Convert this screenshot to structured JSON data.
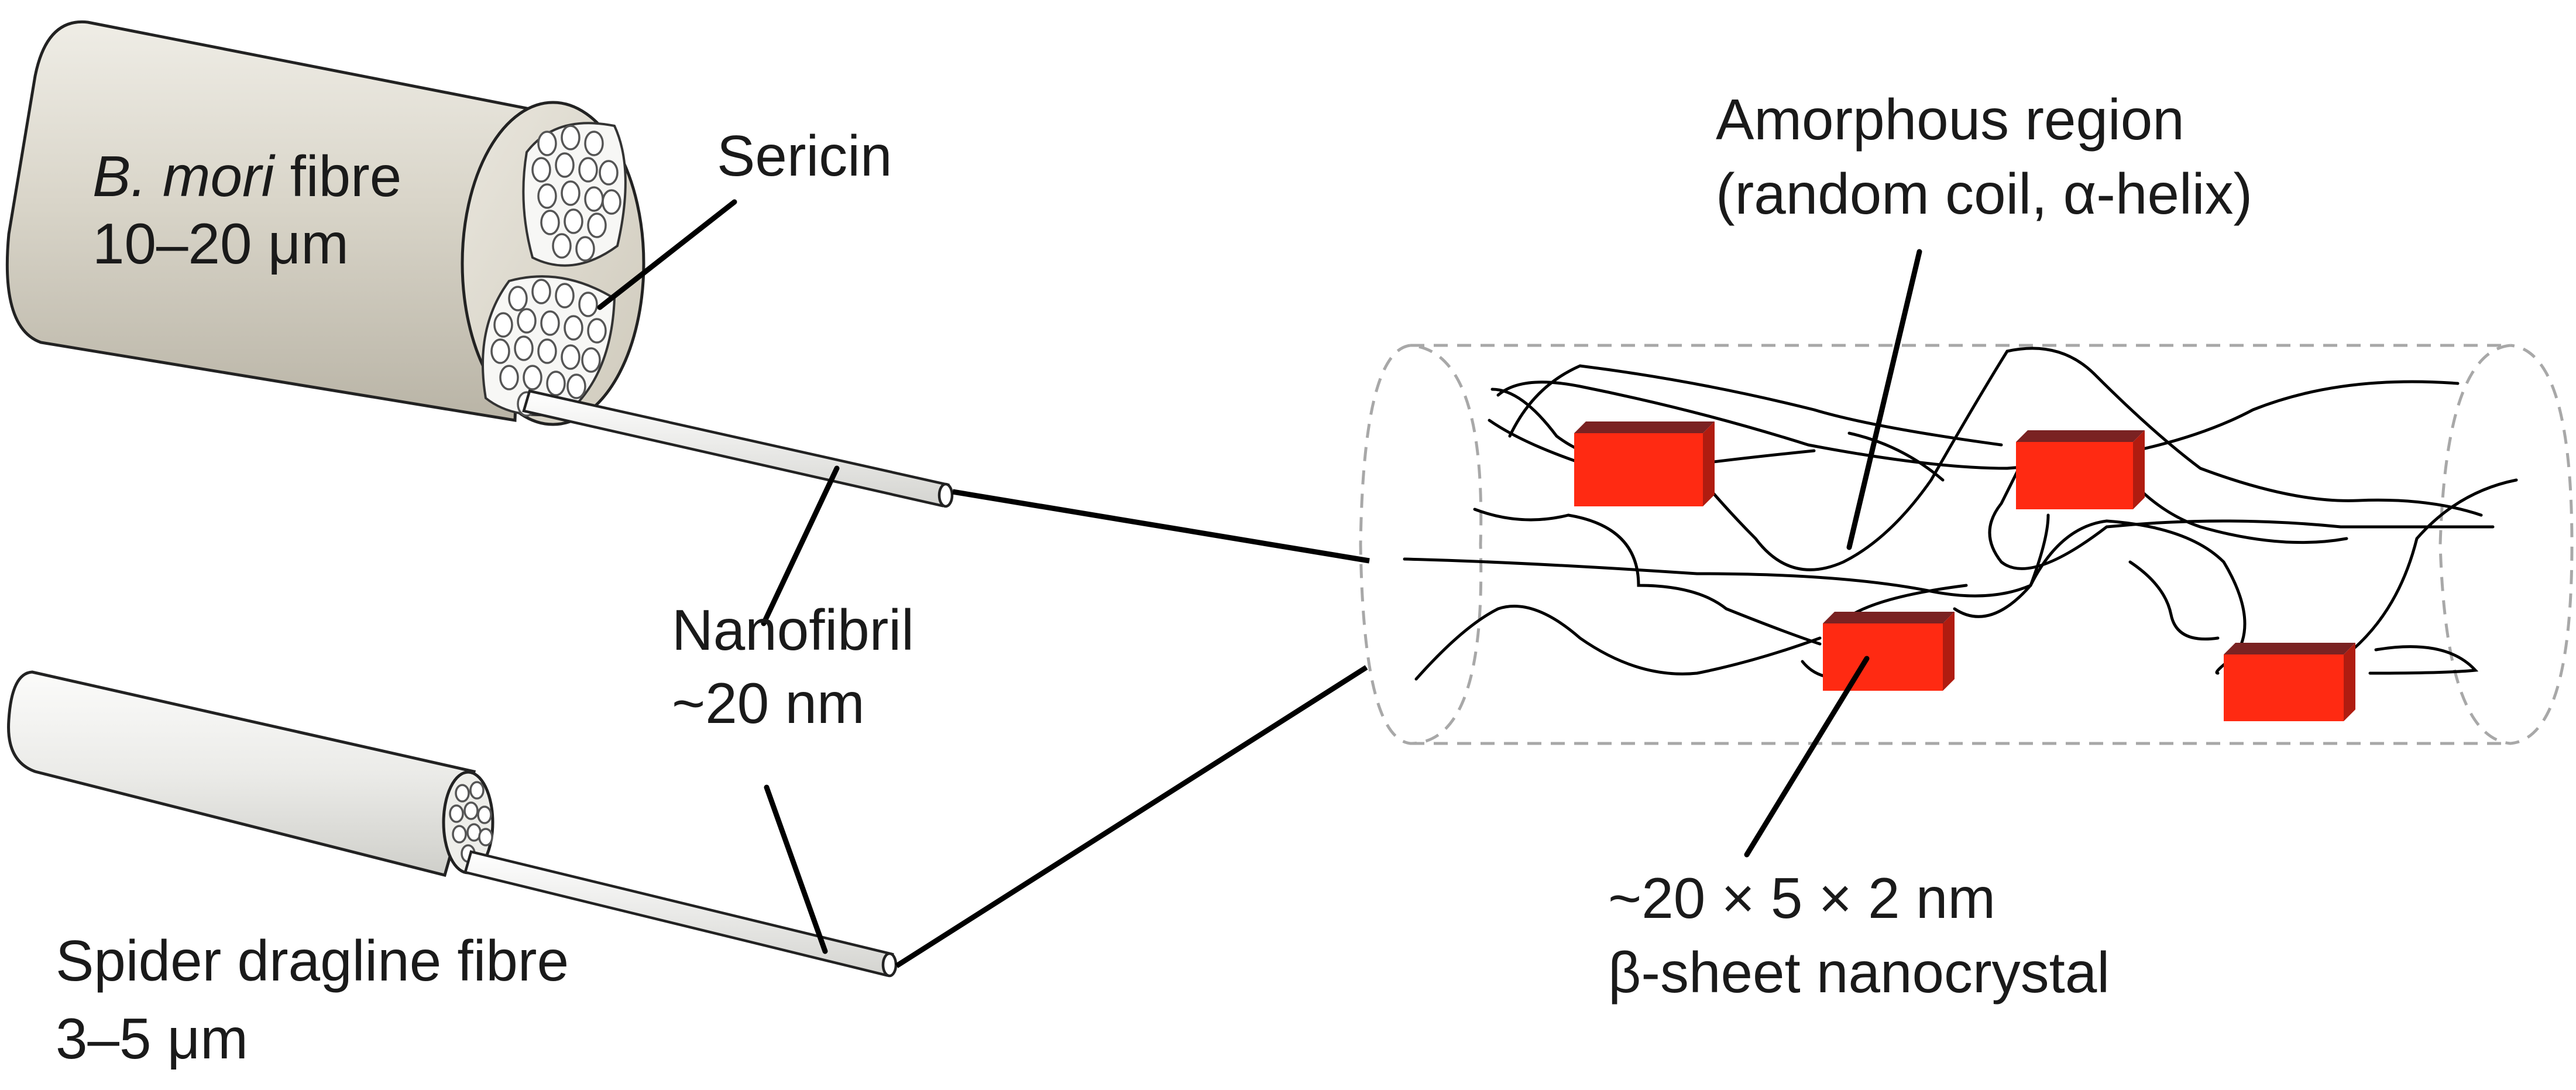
{
  "labels": {
    "bmori_name": "B. mori",
    "bmori_fibre": " fibre",
    "bmori_size": "10–20 μm",
    "sericin": "Sericin",
    "nanofibril": "Nanofibril",
    "nanofibril_size": "~20 nm",
    "spider_fibre": "Spider dragline fibre",
    "spider_size": "3–5 μm",
    "amorphous_title": "Amorphous region",
    "amorphous_detail": "(random coil, α-helix)",
    "crystal_size": "~20 × 5 × 2 nm",
    "crystal_type": "β-sheet nanocrystal"
  },
  "colors": {
    "crystal_front": "#ff2a12",
    "crystal_top": "#7a2222",
    "crystal_side": "#b01c10",
    "fibre_grey": "#d6d2c6",
    "fibre_light": "#f2f2f0"
  }
}
